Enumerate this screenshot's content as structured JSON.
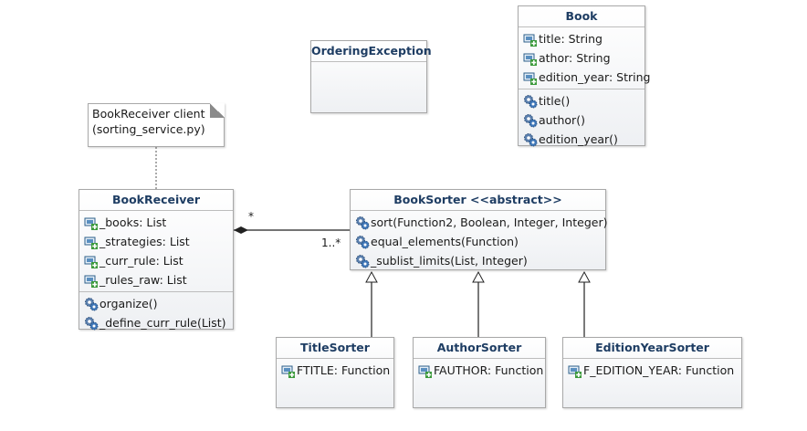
{
  "note": {
    "line1": "BookReceiver client",
    "line2": "(sorting_service.py)"
  },
  "classes": {
    "ordering_exception": {
      "name": "OrderingException"
    },
    "book": {
      "name": "Book",
      "attributes": [
        "title: String",
        "athor: String",
        "edition_year: String"
      ],
      "operations": [
        "title()",
        "author()",
        "edition_year()"
      ]
    },
    "book_receiver": {
      "name": "BookReceiver",
      "attributes": [
        "_books: List",
        "_strategies: List",
        "_curr_rule: List",
        "_rules_raw: List"
      ],
      "operations": [
        "organize()",
        "_define_curr_rule(List)"
      ]
    },
    "book_sorter": {
      "name": "BookSorter <<abstract>>",
      "operations": [
        "sort(Function2, Boolean, Integer, Integer)",
        "equal_elements(Function)",
        "_sublist_limits(List, Integer)"
      ]
    },
    "title_sorter": {
      "name": "TitleSorter",
      "attributes": [
        "FTITLE: Function"
      ]
    },
    "author_sorter": {
      "name": "AuthorSorter",
      "attributes": [
        "FAUTHOR: Function"
      ]
    },
    "edition_year_sorter": {
      "name": "EditionYearSorter",
      "attributes": [
        "F_EDITION_YEAR: Function"
      ]
    }
  },
  "association": {
    "receiver_end": "*",
    "sorter_end": "1..*"
  },
  "icons": {
    "attribute": "field-icon",
    "operation": "method-gear-icon"
  },
  "colors": {
    "class_name": "#1e3d63",
    "border": "#a8a8a8"
  }
}
